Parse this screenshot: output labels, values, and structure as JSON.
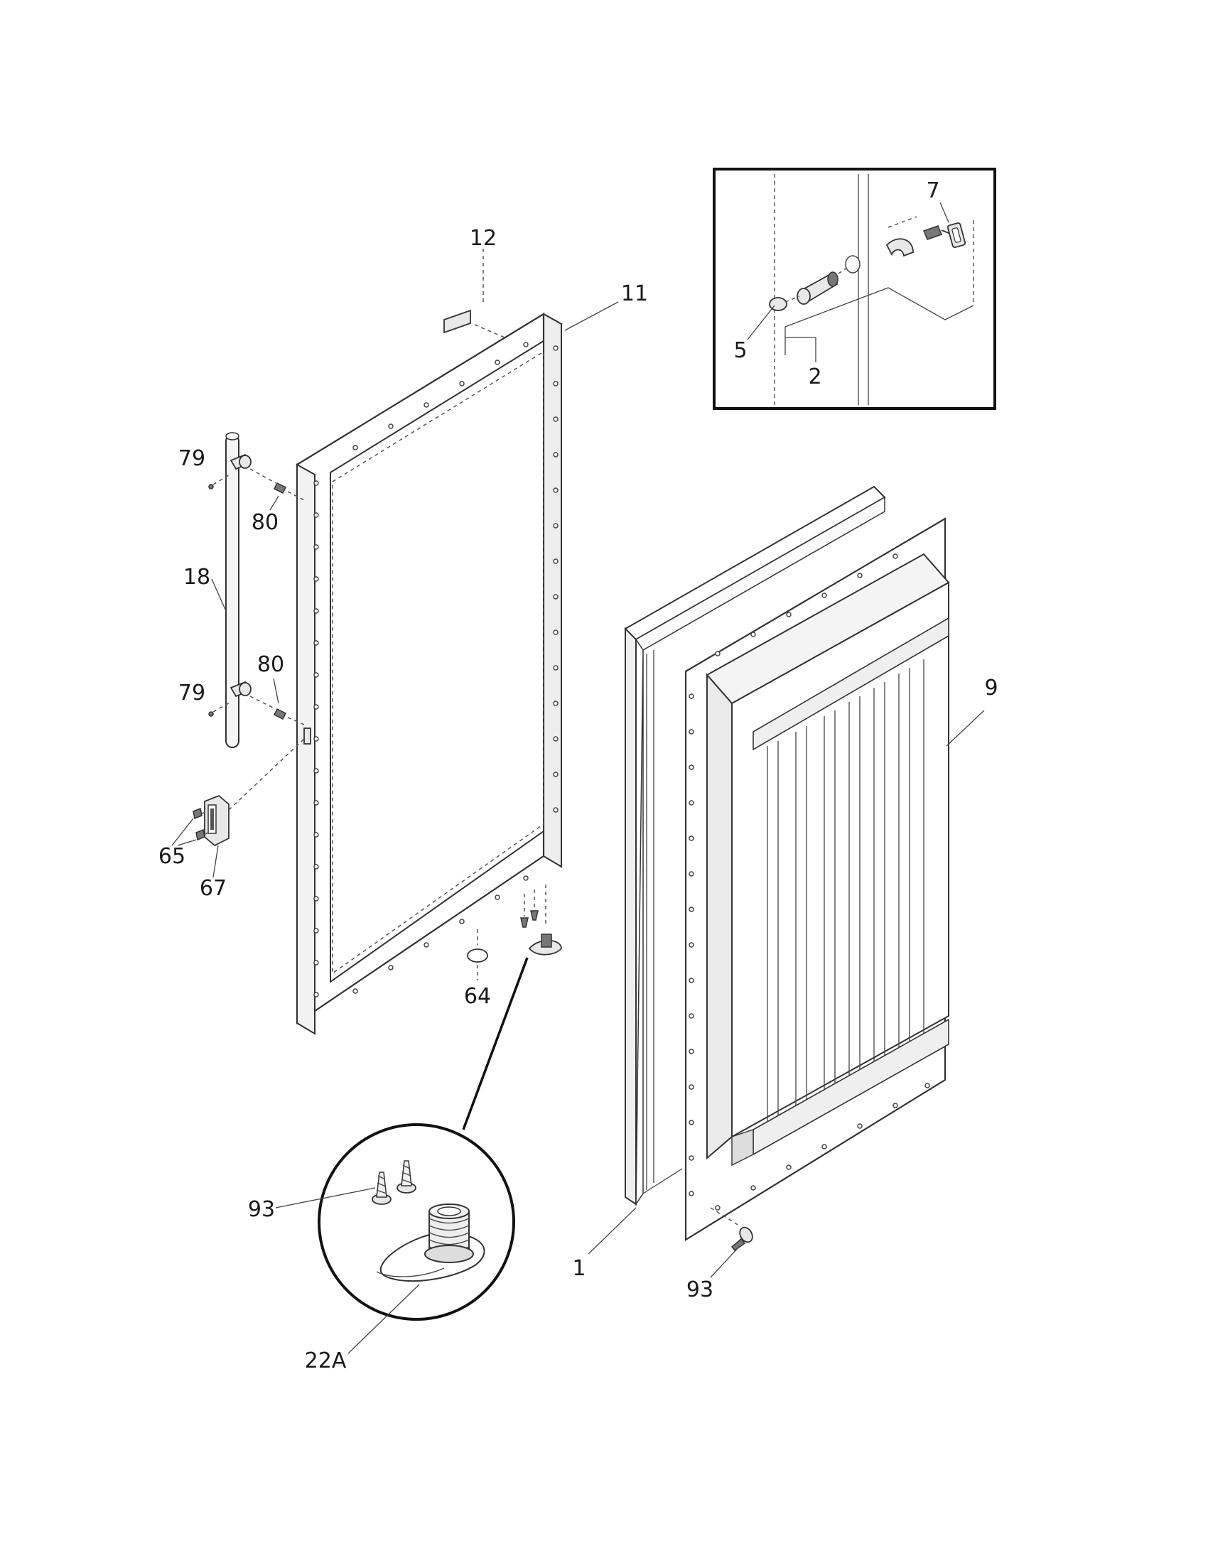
{
  "callouts": {
    "p12": "12",
    "p11": "11",
    "p7": "7",
    "p5": "5",
    "p2": "2",
    "p79a": "79",
    "p80a": "80",
    "p18": "18",
    "p80b": "80",
    "p79b": "79",
    "p65": "65",
    "p67": "67",
    "p64": "64",
    "p9": "9",
    "p93a": "93",
    "p1": "1",
    "p93b": "93",
    "p22a": "22A"
  }
}
